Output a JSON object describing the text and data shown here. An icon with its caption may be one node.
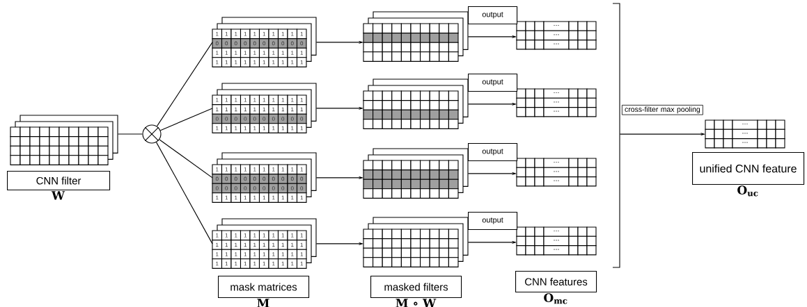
{
  "diagram": {
    "nodes": [
      {
        "text": [],
        "shape": "box"
      },
      {
        "text": [
          "CNN filter",
          "W"
        ]
      },
      {
        "text": [],
        "shape": "circle"
      },
      {
        "text": [
          "1",
          "1",
          "1",
          "1",
          "1",
          "1",
          "1",
          "1",
          "1",
          "1",
          "0",
          "0",
          "0",
          "0",
          "0",
          "0",
          "0",
          "0",
          "0",
          "0",
          "1",
          "1",
          "1",
          "1",
          "1",
          "1",
          "1",
          "1",
          "1",
          "1",
          "1",
          "1",
          "1",
          "1",
          "1",
          "1",
          "1",
          "1",
          "1",
          "1"
        ]
      },
      {
        "text": [
          "1",
          "1",
          "1",
          "1",
          "1",
          "1",
          "1",
          "1",
          "1",
          "1",
          "1",
          "1",
          "1",
          "1",
          "1",
          "1",
          "1",
          "1",
          "1",
          "1",
          "0",
          "0",
          "0",
          "0",
          "0",
          "0",
          "0",
          "0",
          "0",
          "0",
          "1",
          "1",
          "1",
          "1",
          "1",
          "1",
          "1",
          "1",
          "1",
          "1"
        ]
      },
      {
        "text": [
          "1",
          "1",
          "1",
          "1",
          "1",
          "1",
          "1",
          "1",
          "1",
          "1",
          "0",
          "0",
          "0",
          "0",
          "0",
          "0",
          "0",
          "0",
          "0",
          "0",
          "0",
          "0",
          "0",
          "0",
          "0",
          "0",
          "0",
          "0",
          "0",
          "0",
          "1",
          "1",
          "1",
          "1",
          "1",
          "1",
          "1",
          "1",
          "1",
          "1"
        ]
      },
      {
        "text": [
          "1",
          "1",
          "1",
          "1",
          "1",
          "1",
          "1",
          "1",
          "1",
          "1",
          "1",
          "1",
          "1",
          "1",
          "1",
          "1",
          "1",
          "1",
          "1",
          "1",
          "1",
          "1",
          "1",
          "1",
          "1",
          "1",
          "1",
          "1",
          "1",
          "1",
          "1",
          "1",
          "1",
          "1",
          "1",
          "1",
          "1",
          "1",
          "1",
          "1"
        ]
      },
      {
        "text": [],
        "shape": "box"
      },
      {
        "text": [],
        "shape": "box"
      },
      {
        "text": [],
        "shape": "box"
      },
      {
        "text": [],
        "shape": "box"
      },
      {
        "text": [
          "⋯",
          "⋯",
          "⋯"
        ]
      },
      {
        "text": [
          "⋯",
          "⋯",
          "⋯"
        ]
      },
      {
        "text": [
          "⋯",
          "⋯",
          "⋯"
        ]
      },
      {
        "text": [
          "⋯",
          "⋯",
          "⋯"
        ]
      },
      {
        "text": [
          "mask matrices",
          "M"
        ]
      },
      {
        "text": [
          "masked filters",
          "M ∘ W"
        ]
      },
      {
        "text": [
          "CNN features",
          "O$_{mc}$"
        ]
      },
      {
        "text": [],
        "shape": "bar"
      },
      {
        "text": [
          "⋯",
          "⋯",
          "⋯"
        ]
      },
      {
        "text": [
          "unified CNN feature",
          "O$_{uc}$"
        ]
      },
      {
        "text": [
          "cross-filter max pooling"
        ]
      }
    ],
    "edges": [
      {
        "from": 0,
        "to": 2,
        "arrow": "none"
      },
      {
        "from": 2,
        "to": 3,
        "arrow": "none"
      },
      {
        "from": 2,
        "to": 4,
        "arrow": "none"
      },
      {
        "from": 2,
        "to": 5,
        "arrow": "none"
      },
      {
        "from": 2,
        "to": 6,
        "arrow": "none"
      },
      {
        "from": 3,
        "to": 7,
        "arrow": "to"
      },
      {
        "from": 4,
        "to": 8,
        "arrow": "to"
      },
      {
        "from": 5,
        "to": 9,
        "arrow": "to"
      },
      {
        "from": 6,
        "to": 10,
        "arrow": "to"
      },
      {
        "from": 7,
        "to": 11,
        "arrow": "to",
        "label": "output"
      },
      {
        "from": 8,
        "to": 12,
        "arrow": "to",
        "label": "output"
      },
      {
        "from": 9,
        "to": 13,
        "arrow": "to",
        "label": "output"
      },
      {
        "from": 10,
        "to": 14,
        "arrow": "to",
        "label": "output"
      },
      {
        "from": 18,
        "to": 19,
        "arrow": "to"
      }
    ]
  }
}
